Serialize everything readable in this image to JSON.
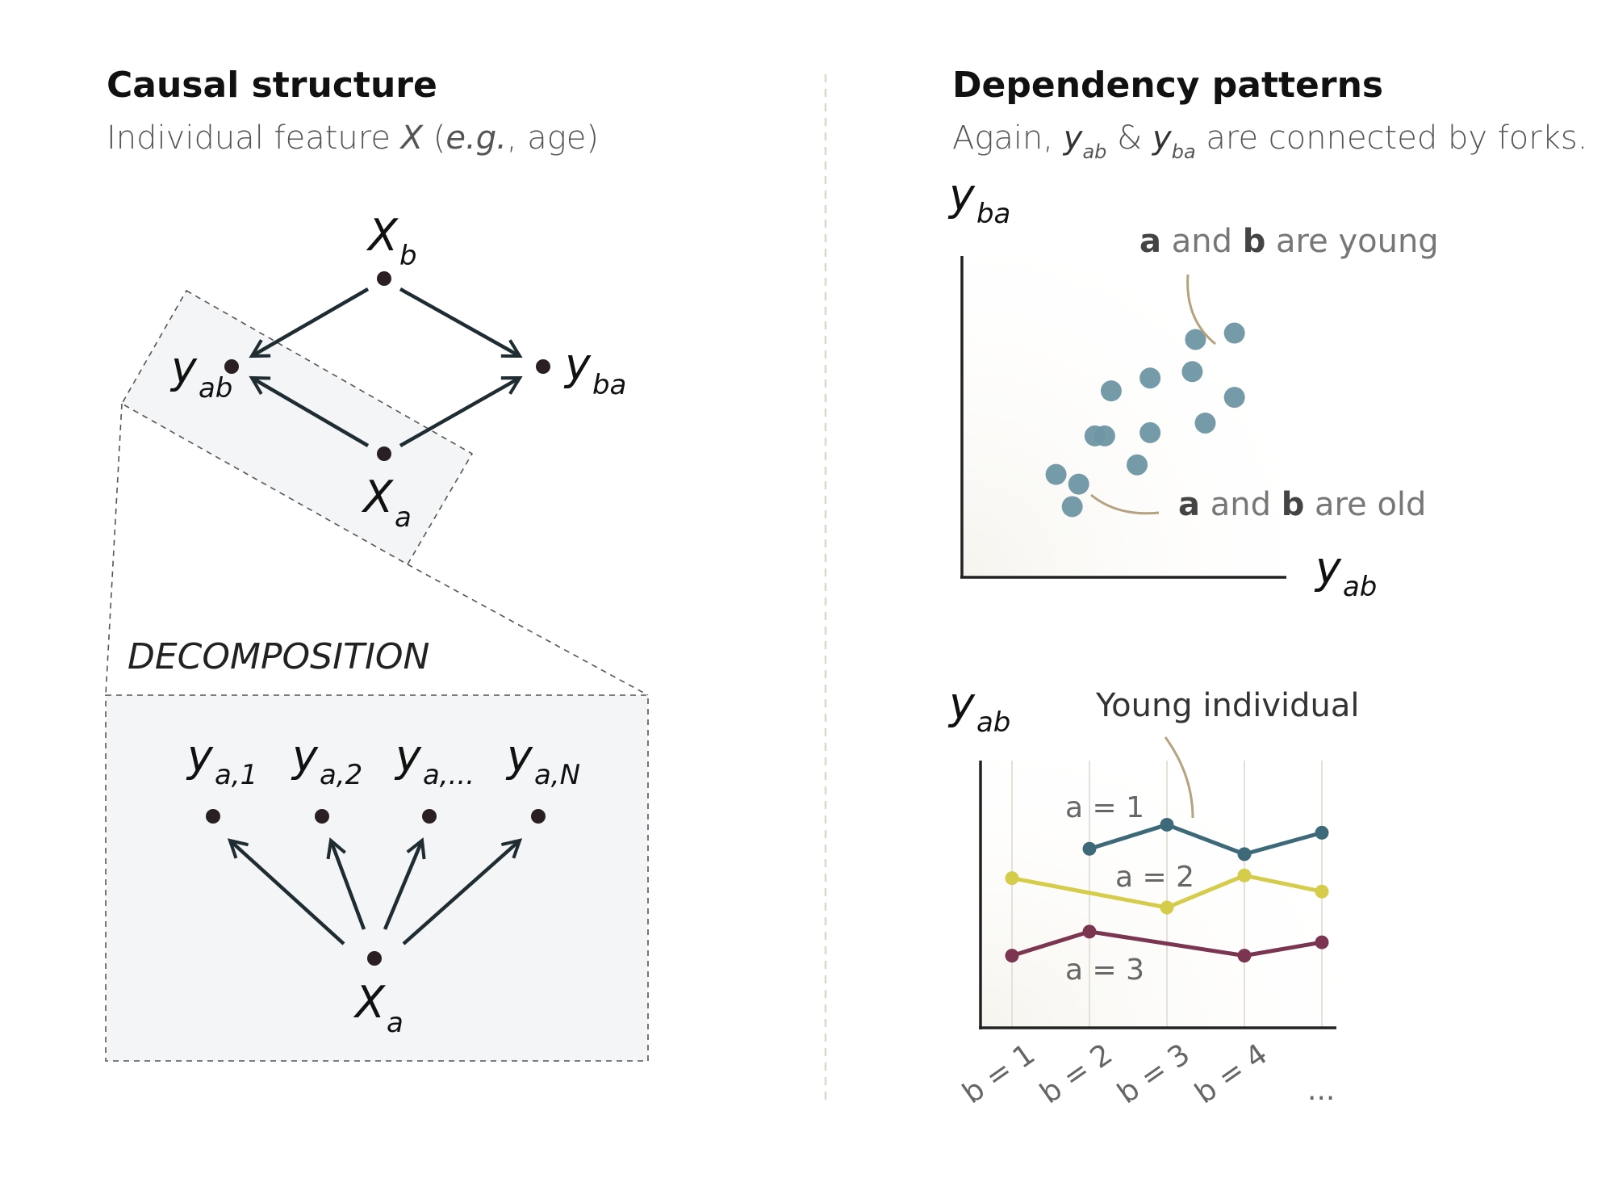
{
  "left": {
    "title": "Causal structure",
    "subtitle": {
      "prefix": "Individual feature ",
      "var": "X",
      "open": " (",
      "eg": "e.g.",
      "rest": ", age)"
    },
    "dag": {
      "x_b": {
        "main": "X",
        "sub": "b"
      },
      "y_ab": {
        "main": "y",
        "sub": "ab"
      },
      "y_ba": {
        "main": "y",
        "sub": "ba"
      },
      "x_a": {
        "main": "X",
        "sub": "a"
      }
    },
    "decomposition_label": "DECOMPOSITION",
    "decomposition": {
      "outputs": [
        {
          "main": "y",
          "sub": "a,1"
        },
        {
          "main": "y",
          "sub": "a,2"
        },
        {
          "main": "y",
          "sub": "a,..."
        },
        {
          "main": "y",
          "sub": "a,N"
        }
      ],
      "source": {
        "main": "X",
        "sub": "a"
      }
    }
  },
  "right": {
    "title": "Dependency patterns",
    "subtitle": {
      "prefix": "Again, ",
      "v1": "y",
      "s1": "ab",
      "amp": " & ",
      "v2": "y",
      "s2": "ba",
      "rest": " are connected by forks."
    }
  },
  "colors": {
    "scatter_point": "#6f96a3",
    "annotation_curve": "#b5a27f",
    "series_a1": "#3d6978",
    "series_a2": "#d6cc4c",
    "series_a3": "#7b3550"
  },
  "chart_data": [
    {
      "type": "scatter",
      "xlabel": {
        "main": "y",
        "sub": "ab"
      },
      "ylabel": {
        "main": "y",
        "sub": "ba"
      },
      "xlim": [
        0,
        10
      ],
      "ylim": [
        0,
        10
      ],
      "grid": false,
      "points": [
        [
          2.9,
          3.2
        ],
        [
          3.6,
          2.9
        ],
        [
          3.4,
          2.2
        ],
        [
          4.1,
          4.4
        ],
        [
          4.4,
          4.4
        ],
        [
          4.6,
          5.8
        ],
        [
          5.8,
          6.2
        ],
        [
          5.8,
          4.5
        ],
        [
          5.4,
          3.5
        ],
        [
          7.1,
          6.4
        ],
        [
          7.2,
          7.4
        ],
        [
          8.4,
          7.6
        ],
        [
          8.4,
          5.6
        ],
        [
          7.5,
          4.8
        ]
      ],
      "annotations": [
        {
          "a": "a",
          "mid": " and ",
          "b": "b",
          "rest": " are young"
        },
        {
          "a": "a",
          "mid": " and ",
          "b": "b",
          "rest": " are old"
        }
      ]
    },
    {
      "type": "line",
      "ylabel": {
        "main": "y",
        "sub": "ab"
      },
      "categories": [
        "b = 1",
        "b = 2",
        "b = 3",
        "b = 4",
        "..."
      ],
      "ylim": [
        0,
        10
      ],
      "grid": true,
      "series": [
        {
          "name": "a = 1",
          "values": [
            null,
            6.7,
            7.6,
            6.5,
            7.3
          ]
        },
        {
          "name": "a = 2",
          "values": [
            5.6,
            null,
            4.5,
            5.7,
            5.1
          ]
        },
        {
          "name": "a = 3",
          "values": [
            2.7,
            3.6,
            null,
            2.7,
            3.2
          ]
        }
      ],
      "annotation": "Young individual"
    }
  ]
}
